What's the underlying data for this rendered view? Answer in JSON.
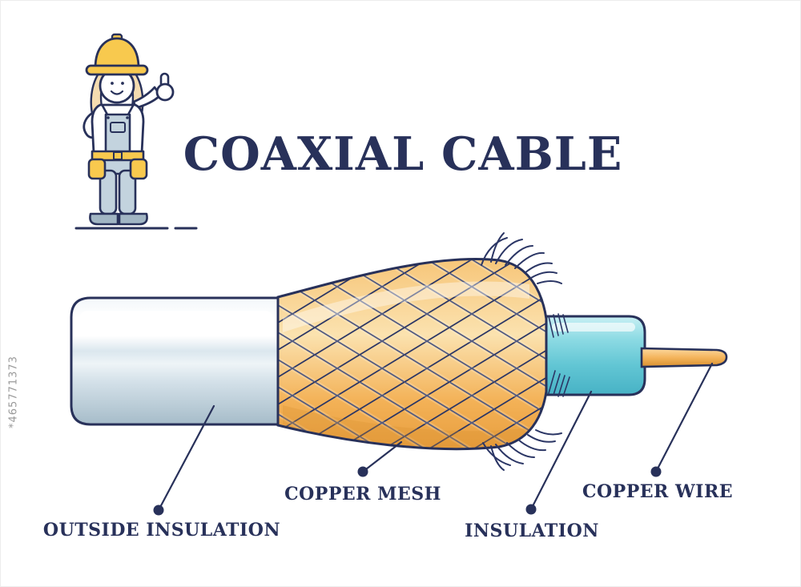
{
  "title": "COAXIAL CABLE",
  "watermark": "*465771373",
  "labels": {
    "outer": "OUTSIDE INSULATION",
    "mesh": "COPPER MESH",
    "inner": "INSULATION",
    "wire": "COPPER WIRE"
  },
  "colors": {
    "outline_navy": "#28315a",
    "copper_orange": "#f4b55e",
    "copper_light": "#fbdfa9",
    "inner_insulation_teal": "#63c7d5",
    "outer_insulation_shade": "#b3c6d2",
    "hard_hat_yellow": "#f8c94e",
    "watermark_gray": "#9a9a9a"
  }
}
